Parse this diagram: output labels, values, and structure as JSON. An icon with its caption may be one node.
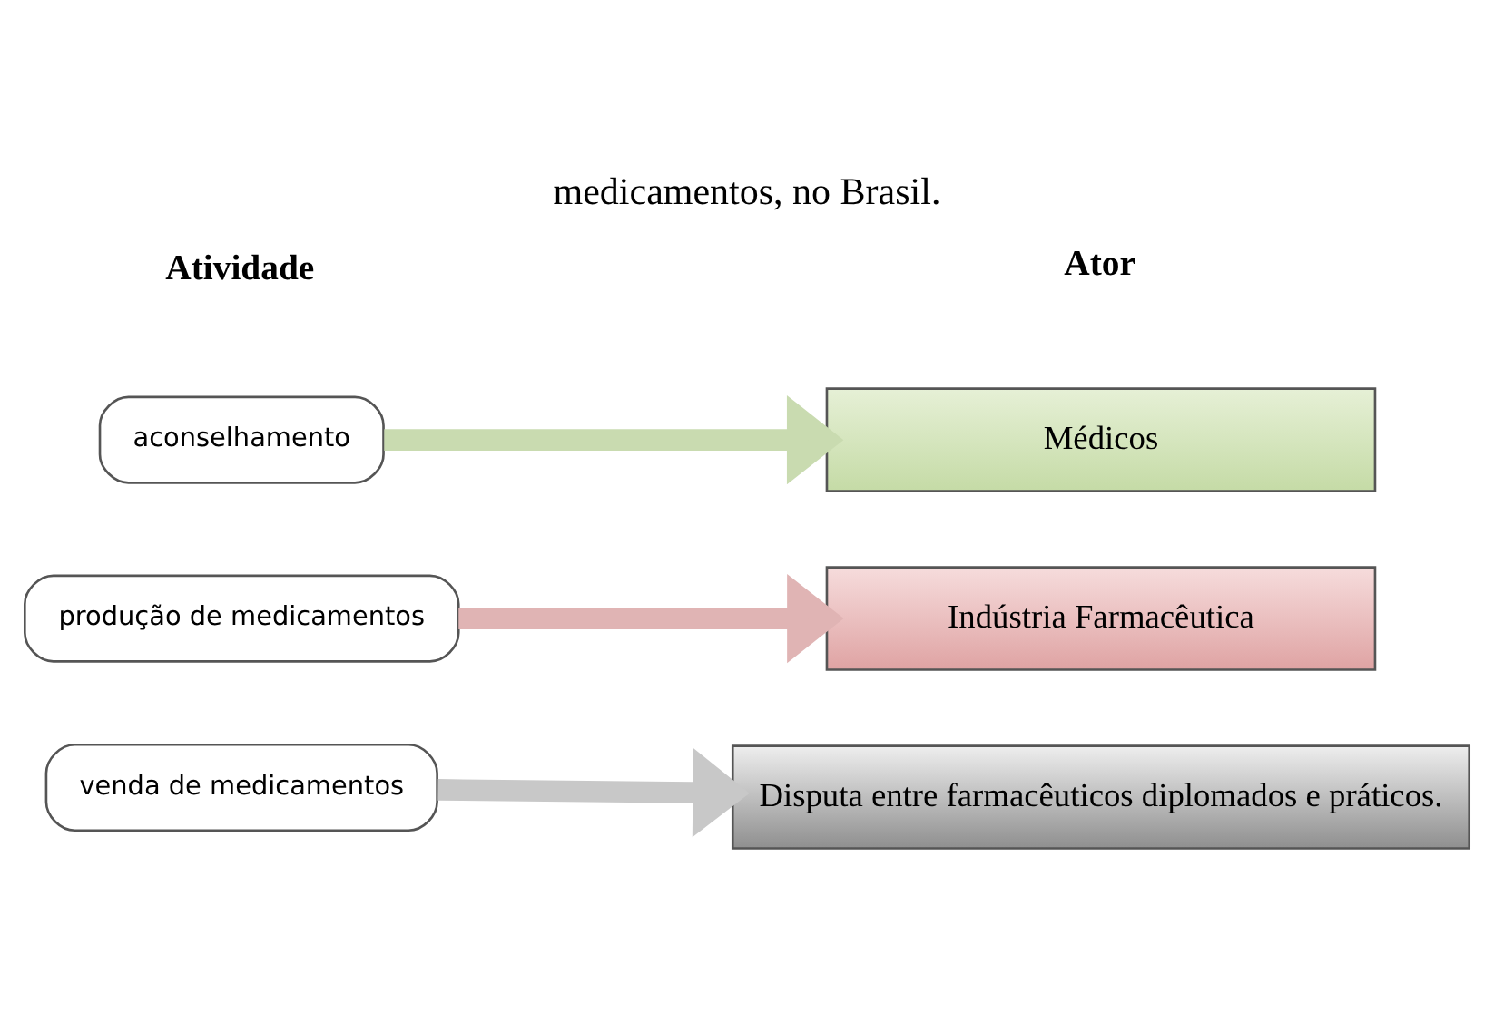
{
  "diagram": {
    "title": "medicamentos, no Brasil.",
    "nodes": [
      {
        "text": [
          "aconselhamento"
        ]
      },
      {
        "text": [
          "Médicos"
        ]
      },
      {
        "text": [
          "produção de medicamentos"
        ]
      },
      {
        "text": [
          "Indústria Farmacêutica"
        ]
      },
      {
        "text": [
          "venda de medicamentos"
        ]
      },
      {
        "text": [
          "Disputa entre farmacêuticos diplomados e práticos."
        ]
      }
    ],
    "edges": [
      {
        "from": 0,
        "to": 1,
        "arrow": "to",
        "color": "#c9dbb0"
      },
      {
        "from": 2,
        "to": 3,
        "arrow": "to",
        "color": "#e0b4b4"
      },
      {
        "from": 4,
        "to": 5,
        "arrow": "to",
        "color": "#c8c8c8"
      }
    ],
    "labels": [
      "Atividade",
      "Ator"
    ]
  }
}
